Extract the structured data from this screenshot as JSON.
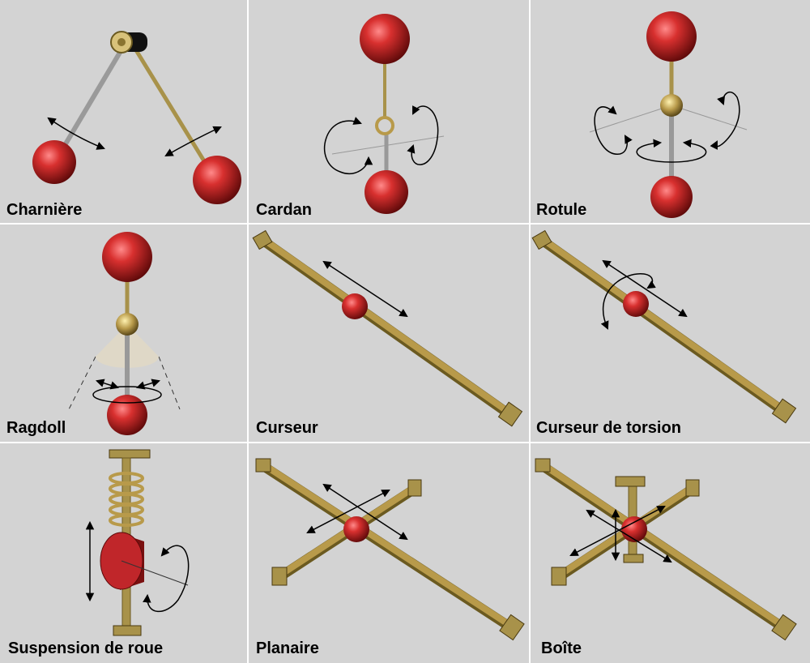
{
  "title": "Joint types",
  "panels": [
    {
      "label": "Charnière"
    },
    {
      "label": "Cardan"
    },
    {
      "label": "Rotule"
    },
    {
      "label": "Ragdoll"
    },
    {
      "label": "Curseur"
    },
    {
      "label": "Curseur de torsion"
    },
    {
      "label": "Suspension de roue"
    },
    {
      "label": "Planaire"
    },
    {
      "label": "Boîte"
    }
  ],
  "colors": {
    "background": "#d3d3d3",
    "sphere": "#c0262a",
    "rod": "#a8924a",
    "separator": "#ffffff"
  }
}
